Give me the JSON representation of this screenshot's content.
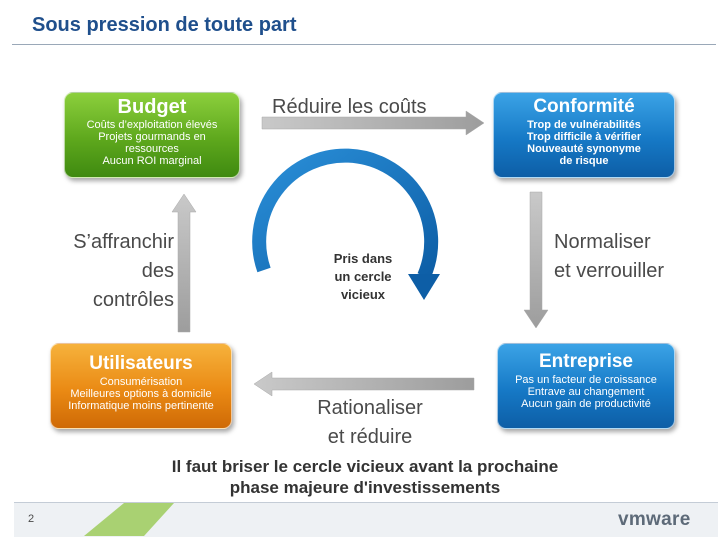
{
  "header": {
    "title": "Sous pression de toute part"
  },
  "boxes": {
    "budget": {
      "title": "Budget",
      "lines": [
        "Coûts d’exploitation élevés",
        "Projets gourmands en",
        "ressources",
        "Aucun ROI marginal"
      ],
      "color": "#5ea81d"
    },
    "conformite": {
      "title": "Conformité",
      "lines": [
        "Trop de vulnérabilités",
        "Trop difficile à vérifier",
        "Nouveauté synonyme",
        "de risque"
      ],
      "color": "#1679c6"
    },
    "utilisateurs": {
      "title": "Utilisateurs",
      "lines": [
        "Consumérisation",
        "Meilleures options à domicile",
        "Informatique moins pertinente"
      ],
      "color": "#ea8a14"
    },
    "entreprise": {
      "title": "Entreprise",
      "lines": [
        "Pas un facteur de croissance",
        "Entrave au changement",
        "Aucun gain de productivité"
      ],
      "color": "#1679c6"
    }
  },
  "labels": {
    "top": "Réduire les coûts",
    "right": [
      "Normaliser",
      "et verrouiller"
    ],
    "left": [
      "S’affranchir",
      "des",
      "contrôles"
    ],
    "bottom": [
      "Rationaliser",
      "et réduire"
    ]
  },
  "center": [
    "Pris dans",
    "un cercle",
    "vicieux"
  ],
  "message": [
    "Il faut briser le cercle vicieux avant la prochaine",
    "phase majeure d'investissements"
  ],
  "footer": {
    "page": "2",
    "logo": "vmware"
  }
}
